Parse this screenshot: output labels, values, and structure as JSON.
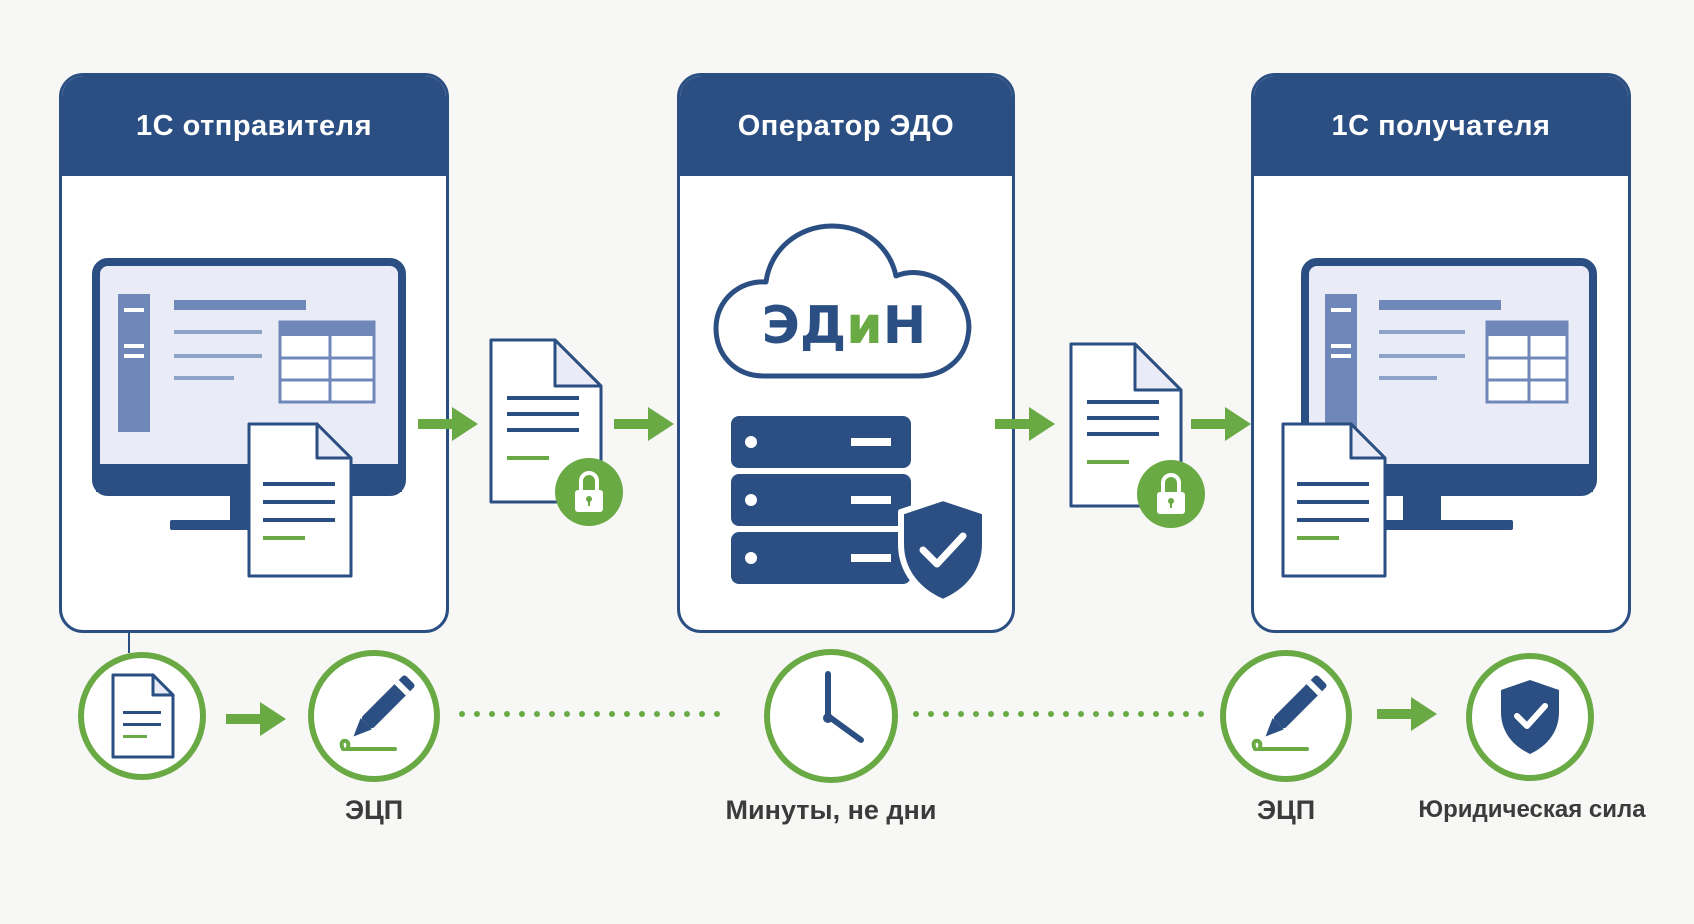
{
  "panels": [
    {
      "title": "1С отправителя"
    },
    {
      "title": "Оператор ЭДО"
    },
    {
      "title": "1С получателя"
    }
  ],
  "cloud_logo": {
    "part1": "ЭД",
    "part2": "и",
    "part3": "Н"
  },
  "labels": {
    "sign1": "ЭЦП",
    "time": "Минуты, не дни",
    "sign2": "ЭЦП",
    "legal": "Юридическая сила"
  },
  "icons": [
    "monitor-icon",
    "document-icon",
    "lock-icon",
    "cloud-icon",
    "server-icon",
    "shield-check-icon",
    "pen-icon",
    "clock-icon",
    "arrow-right-icon"
  ],
  "colors": {
    "primary": "#2b4f82",
    "accent": "#6aaa45",
    "screen": "#e9ecf6",
    "sidebar": "#6f88b9"
  }
}
